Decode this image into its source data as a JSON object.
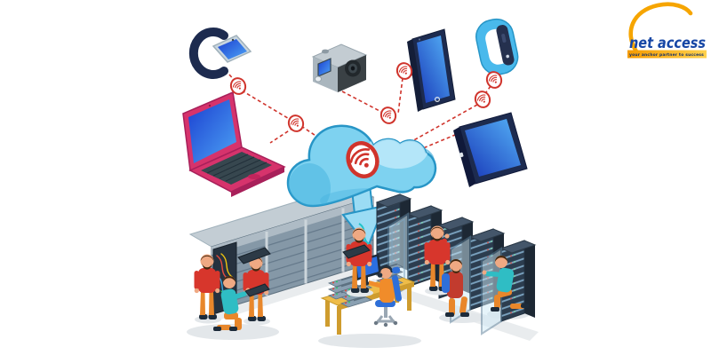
{
  "logo": {
    "title": "net access",
    "tagline": "your anchor partner to success"
  },
  "scene": {
    "hub_icon": "cloud-wifi-download",
    "devices": [
      "smartwatch",
      "action camera",
      "smartphone",
      "fitness tracker",
      "laptop",
      "tablet"
    ],
    "infrastructure": [
      "server rack row",
      "server cabinets with glass doors",
      "monitoring workstation"
    ],
    "people_count": 8,
    "wifi_badge_count": 6
  },
  "icons": {
    "wifi": "wifi-icon",
    "cloud": "cloud-icon",
    "download_arrow": "download-arrow-icon"
  },
  "colors": {
    "red": "#d0342c",
    "cloud": "#7ed2f0",
    "cloudlight": "#bdeafa",
    "clouddark": "#3fb0dc",
    "cloudline": "#2795c6",
    "navy": "#1d2b4f",
    "screen": "#2b50d9",
    "screenlight": "#4da3f5",
    "pink": "#d6336c",
    "pinkdark": "#a8205a",
    "rackface": "#8598a7",
    "rackroof": "#c3cdd4",
    "cabface": "#2c3d4f",
    "cabtop": "#44566a",
    "stripe": "#7ba3c0",
    "glass": "#cfeaf6",
    "sweater": "#d7362c",
    "pants": "#e8872b",
    "skin": "#efa983",
    "teal": "#2fbdc4",
    "chair": "#2f6fd8",
    "desk": "#eebc49",
    "logoblue": "#1747a5",
    "logogold": "#f6a500"
  }
}
